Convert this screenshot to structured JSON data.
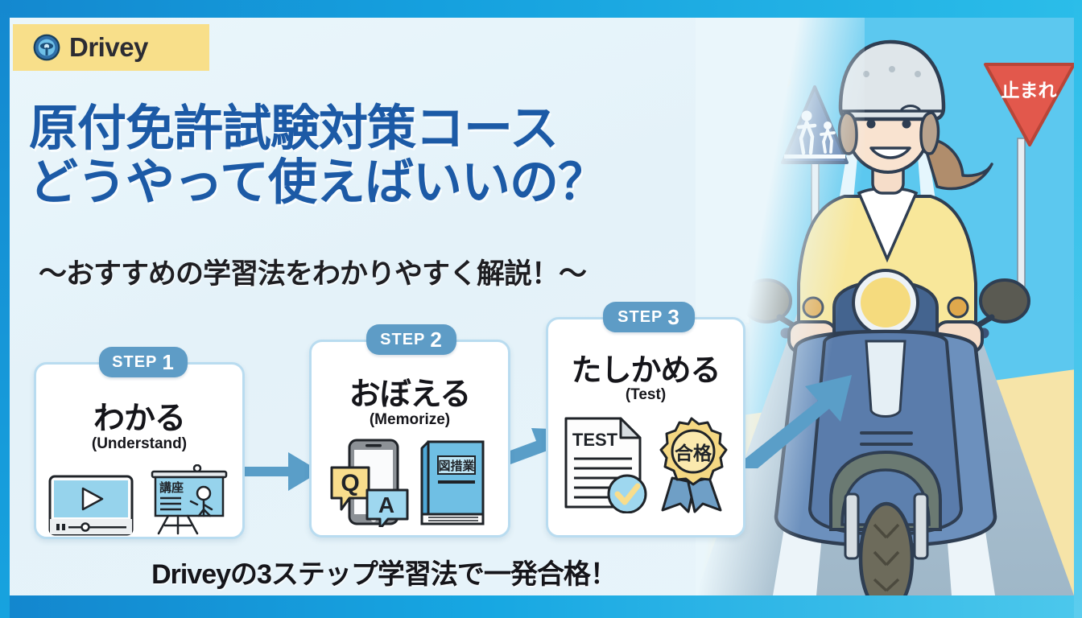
{
  "brand": {
    "logo_text": "Drivey",
    "logo_icon": "steering-wheel-icon",
    "logo_bg": "#f8df8a",
    "accent_blue": "#1c5aa6"
  },
  "headline": {
    "line1": "原付免許試験対策コース",
    "line2": "どうやって使えばいいの？",
    "subtitle": "～おすすめの学習法をわかりやすく解説！～"
  },
  "steps": [
    {
      "badge_label": "STEP",
      "badge_number": "1",
      "title": "わかる",
      "subtitle": "(Understand)",
      "icons": [
        "video-player-icon",
        "whiteboard-lecture-icon"
      ],
      "board_text": "講座"
    },
    {
      "badge_label": "STEP",
      "badge_number": "2",
      "title": "おぼえる",
      "subtitle": "(Memorize)",
      "icons": [
        "smartphone-qa-icon",
        "textbook-icon"
      ],
      "q_label": "Q",
      "a_label": "A",
      "book_text": "図措業"
    },
    {
      "badge_label": "STEP",
      "badge_number": "3",
      "title": "たしかめる",
      "subtitle": "(Test)",
      "icons": [
        "test-paper-icon",
        "pass-medal-icon"
      ],
      "paper_text": "TEST",
      "medal_text": "合格"
    }
  ],
  "footer": {
    "tagline": "Driveyの3ステップ学習法で一発合格！"
  },
  "illustration": {
    "scene": "woman-riding-scooter-on-road",
    "signs": [
      {
        "name": "traffic-light-warning-sign",
        "shape": "diamond",
        "color": "#f7d558",
        "text": ""
      },
      {
        "name": "pedestrian-crossing-sign",
        "shape": "triangle",
        "color": "#4a6fa5",
        "text": ""
      },
      {
        "name": "stop-sign",
        "shape": "inverted-triangle",
        "color": "#e2584c",
        "text": "止まれ"
      }
    ],
    "rider": {
      "helmet": "white-helmet",
      "jacket_color": "#f8e79a",
      "shirt_color": "#ffffff"
    },
    "scooter_color": "#5a7cab"
  }
}
